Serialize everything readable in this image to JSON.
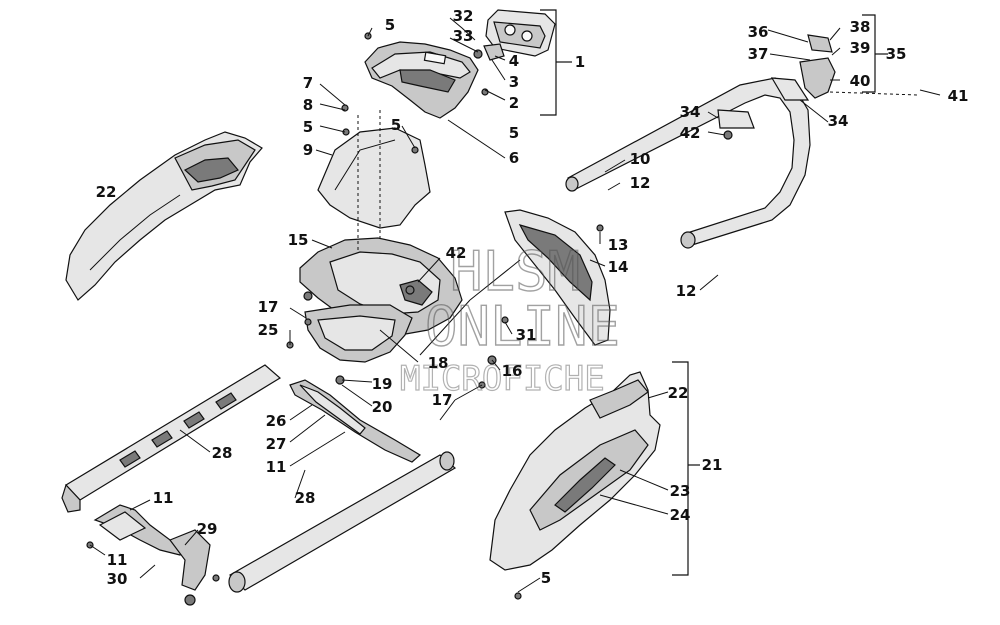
{
  "diagram": {
    "callouts": [
      {
        "id": "c-5a",
        "text": "5"
      },
      {
        "id": "c-32",
        "text": "32"
      },
      {
        "id": "c-33",
        "text": "33"
      },
      {
        "id": "c-4",
        "text": "4"
      },
      {
        "id": "c-3",
        "text": "3"
      },
      {
        "id": "c-2",
        "text": "2"
      },
      {
        "id": "c-1",
        "text": "1"
      },
      {
        "id": "c-7",
        "text": "7"
      },
      {
        "id": "c-8",
        "text": "8"
      },
      {
        "id": "c-5b",
        "text": "5"
      },
      {
        "id": "c-5c",
        "text": "5"
      },
      {
        "id": "c-5d",
        "text": "5"
      },
      {
        "id": "c-9",
        "text": "9"
      },
      {
        "id": "c-6",
        "text": "6"
      },
      {
        "id": "c-22a",
        "text": "22"
      },
      {
        "id": "c-15",
        "text": "15"
      },
      {
        "id": "c-42a",
        "text": "42"
      },
      {
        "id": "c-17a",
        "text": "17"
      },
      {
        "id": "c-25",
        "text": "25"
      },
      {
        "id": "c-18",
        "text": "18"
      },
      {
        "id": "c-19",
        "text": "19"
      },
      {
        "id": "c-20",
        "text": "20"
      },
      {
        "id": "c-16",
        "text": "16"
      },
      {
        "id": "c-17b",
        "text": "17"
      },
      {
        "id": "c-31",
        "text": "31"
      },
      {
        "id": "c-26",
        "text": "26"
      },
      {
        "id": "c-27",
        "text": "27"
      },
      {
        "id": "c-11a",
        "text": "11"
      },
      {
        "id": "c-28a",
        "text": "28"
      },
      {
        "id": "c-28b",
        "text": "28"
      },
      {
        "id": "c-11b",
        "text": "11"
      },
      {
        "id": "c-11c",
        "text": "11"
      },
      {
        "id": "c-29",
        "text": "29"
      },
      {
        "id": "c-30",
        "text": "30"
      },
      {
        "id": "c-36",
        "text": "36"
      },
      {
        "id": "c-37",
        "text": "37"
      },
      {
        "id": "c-38",
        "text": "38"
      },
      {
        "id": "c-39",
        "text": "39"
      },
      {
        "id": "c-40",
        "text": "40"
      },
      {
        "id": "c-35",
        "text": "35"
      },
      {
        "id": "c-41",
        "text": "41"
      },
      {
        "id": "c-34a",
        "text": "34"
      },
      {
        "id": "c-34b",
        "text": "34"
      },
      {
        "id": "c-42b",
        "text": "42"
      },
      {
        "id": "c-10",
        "text": "10"
      },
      {
        "id": "c-12a",
        "text": "12"
      },
      {
        "id": "c-13",
        "text": "13"
      },
      {
        "id": "c-14",
        "text": "14"
      },
      {
        "id": "c-12b",
        "text": "12"
      },
      {
        "id": "c-22b",
        "text": "22"
      },
      {
        "id": "c-21",
        "text": "21"
      },
      {
        "id": "c-23",
        "text": "23"
      },
      {
        "id": "c-24",
        "text": "24"
      },
      {
        "id": "c-5e",
        "text": "5"
      }
    ],
    "watermark": {
      "line1": "HLSM",
      "line2": "ONLINE",
      "line3": "MICROFICHE"
    }
  }
}
